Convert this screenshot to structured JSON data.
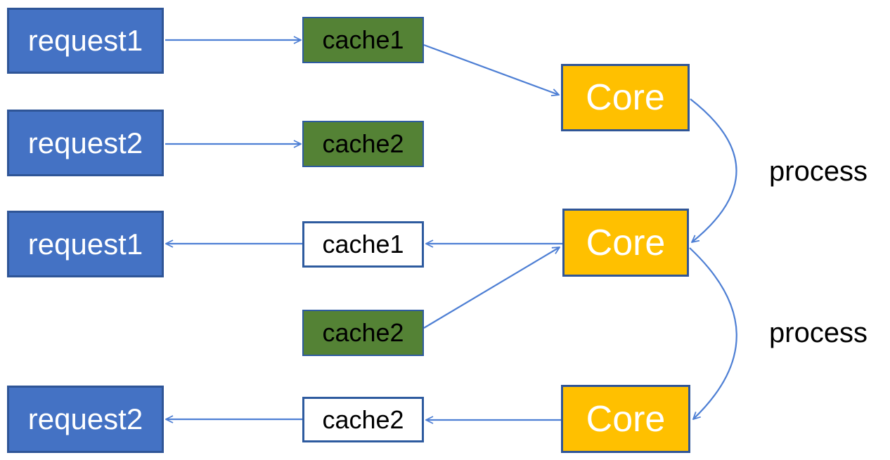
{
  "colors": {
    "canvas_bg": "#ffffff",
    "request_fill": "#4472c4",
    "request_border": "#2f5597",
    "request_text": "#ffffff",
    "cache_green_fill": "#548235",
    "cache_white_fill": "#ffffff",
    "cache_text": "#000000",
    "box_border_blue": "#2e5b9f",
    "core_fill": "#ffc000",
    "core_border": "#2f5597",
    "core_text": "#ffffff",
    "arrow": "#4e7fd4",
    "label_text": "#000000"
  },
  "nodes": {
    "request1_top": {
      "label": "request1",
      "kind": "request"
    },
    "request2_top": {
      "label": "request2",
      "kind": "request"
    },
    "request1_bottom": {
      "label": "request1",
      "kind": "request"
    },
    "request2_bottom": {
      "label": "request2",
      "kind": "request"
    },
    "cache1_green": {
      "label": "cache1",
      "kind": "cache-filled"
    },
    "cache2_green_top": {
      "label": "cache2",
      "kind": "cache-filled"
    },
    "cache1_white": {
      "label": "cache1",
      "kind": "cache-empty"
    },
    "cache2_green_mid": {
      "label": "cache2",
      "kind": "cache-filled"
    },
    "cache2_white": {
      "label": "cache2",
      "kind": "cache-empty"
    },
    "core_top": {
      "label": "Core",
      "kind": "core"
    },
    "core_mid": {
      "label": "Core",
      "kind": "core"
    },
    "core_bottom": {
      "label": "Core",
      "kind": "core"
    }
  },
  "annotations": {
    "process_top": "process",
    "process_bottom": "process"
  },
  "edges": [
    {
      "from": "request1_top",
      "to": "cache1_green"
    },
    {
      "from": "request2_top",
      "to": "cache2_green_top"
    },
    {
      "from": "cache1_green",
      "to": "core_top"
    },
    {
      "from": "core_top",
      "to": "core_mid",
      "label": "process"
    },
    {
      "from": "core_mid",
      "to": "cache1_white"
    },
    {
      "from": "cache2_green_mid",
      "to": "core_mid"
    },
    {
      "from": "core_mid",
      "to": "core_bottom",
      "label": "process"
    },
    {
      "from": "core_bottom",
      "to": "cache2_white"
    },
    {
      "from": "cache1_white",
      "to": "request1_bottom"
    },
    {
      "from": "cache2_white",
      "to": "request2_bottom"
    }
  ]
}
